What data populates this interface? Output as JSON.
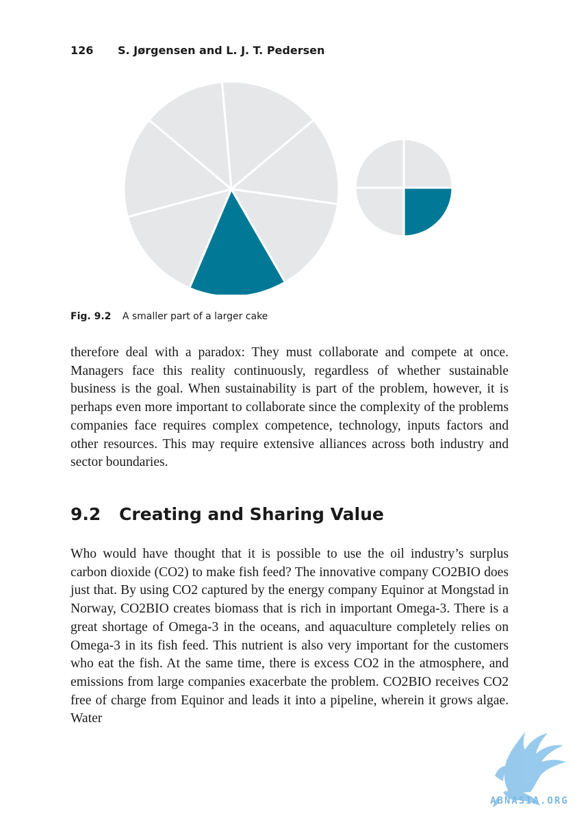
{
  "header": {
    "page_number": "126",
    "authors": "S. Jørgensen and L. J. T. Pedersen"
  },
  "figure": {
    "label": "Fig. 9.2",
    "caption": "A smaller part of a larger cake",
    "colors": {
      "slice_fill": "#e6e7e9",
      "highlight_fill": "#007896",
      "divider": "#ffffff"
    },
    "large_pie": {
      "slice_count": 7,
      "highlighted_slice": 3
    },
    "small_pie": {
      "slice_count": 4,
      "highlighted_slice": 1
    }
  },
  "body": {
    "paragraph_1": "therefore deal with a paradox: They must collaborate and compete at once. Managers face this reality continuously, regardless of whether sustainable business is the goal. When sustainability is part of the problem, however, it is perhaps even more important to collaborate since the complexity of the problems companies face requires complex competence, technology, inputs factors and other resources. This may require extensive alliances across both industry and sector boundaries.",
    "section_number": "9.2",
    "section_title": "Creating and Sharing Value",
    "paragraph_2": "Who would have thought that it is possible to use the oil industry’s surplus carbon dioxide (CO2) to make fish feed? The innovative company CO2BIO does just that. By using CO2 captured by the energy company Equinor at Mongstad in Norway, CO2BIO creates biomass that is rich in important Omega-3. There is a great shortage of Omega-3 in the oceans, and aquaculture completely relies on Omega-3 in its fish feed. This nutrient is also very important for the customers who eat the fish. At the same time, there is excess CO2 in the atmosphere, and emissions from large companies exacerbate the problem. CO2BIO receives CO2 free of charge from Equinor and leads it into a pipeline, wherein it grows algae. Water"
  },
  "watermark": {
    "text": "ABNASIA.ORG"
  }
}
